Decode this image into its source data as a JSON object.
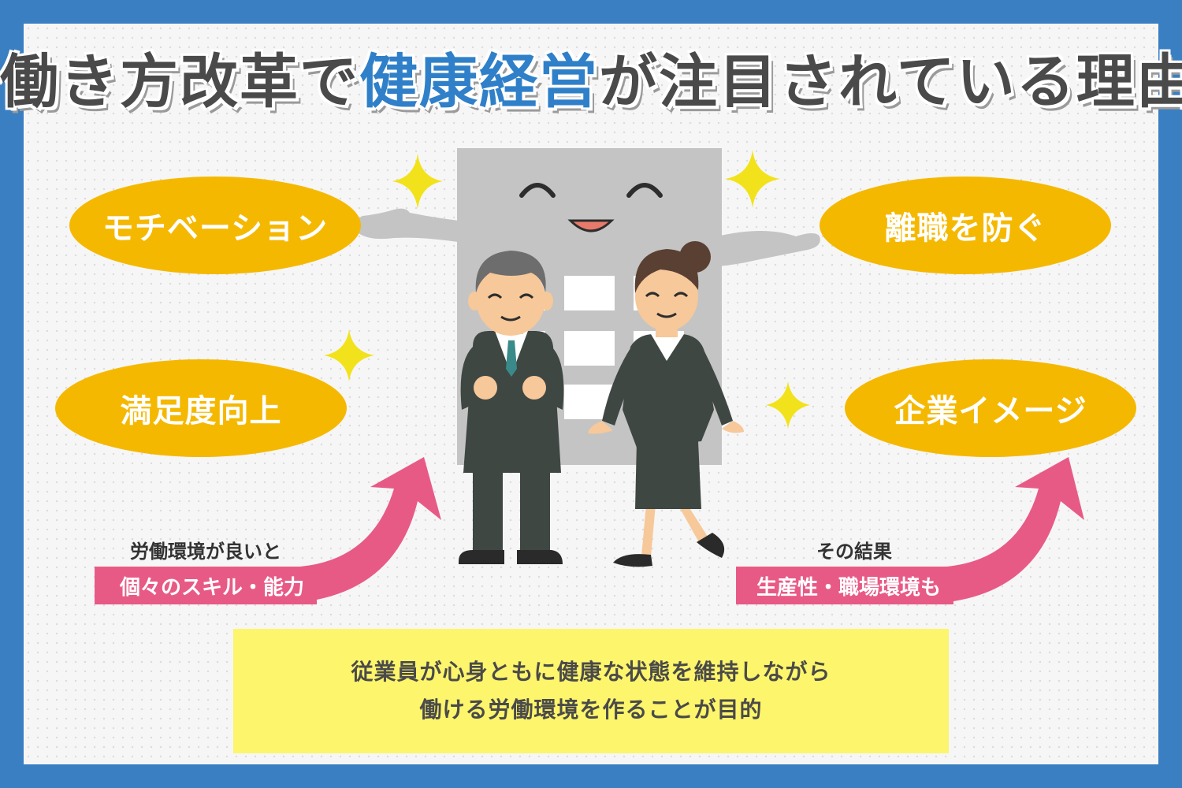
{
  "title": {
    "prefix": "働き方改革で",
    "highlight": "健康経営",
    "suffix": "が注目されている理由"
  },
  "bubbles": {
    "motivation": "モチベーション",
    "satisfaction": "満足度向上",
    "retention": "離職を防ぐ",
    "image": "企業イメージ"
  },
  "left_flow": {
    "caption": "労働環境が良いと",
    "banner": "個々のスキル・能力"
  },
  "right_flow": {
    "caption": "その結果",
    "banner": "生産性・職場環境も"
  },
  "note": {
    "line1": "従業員が心身ともに健康な状態を維持しながら",
    "line2": "働ける労働環境を作ることが目的"
  },
  "colors": {
    "frame": "#3a7fc1",
    "title_highlight": "#2f80c8",
    "bubble": "#f5b800",
    "arrow": "#e85a86",
    "note_box": "#fdf56b",
    "building": "#c4c4c4",
    "suit": "#3f4743"
  }
}
